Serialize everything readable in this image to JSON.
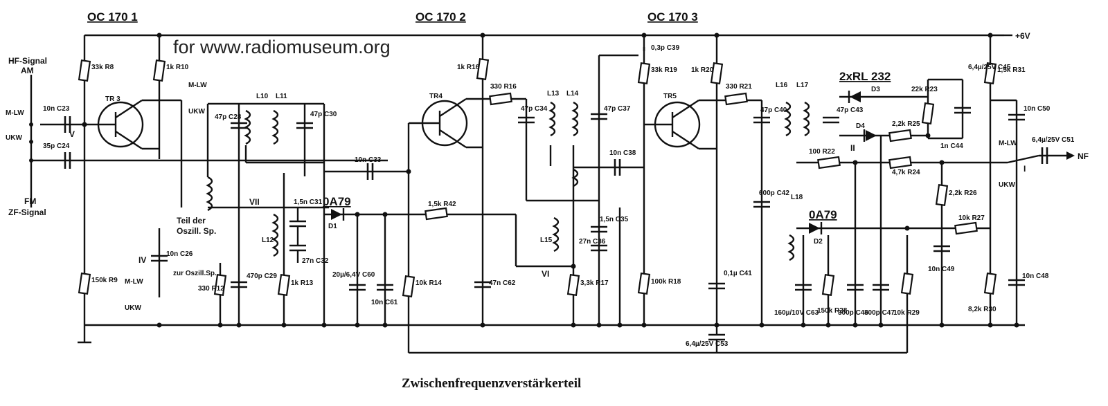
{
  "caption": "Zwischenfrequenzverstärkerteil",
  "watermark": "for www.radiomuseum.org",
  "transistor_labels": [
    "OC 170 1",
    "OC 170 2",
    "OC 170 3"
  ],
  "transistor_refs": [
    "TR 3",
    "TR4",
    "TR5"
  ],
  "supply": "+6V",
  "inputs": {
    "hf_signal": "HF-Signal",
    "am": "AM",
    "fm": "FM",
    "zf_signal": "ZF-Signal"
  },
  "output": "NF",
  "switch_labels": [
    "M-LW",
    "UKW"
  ],
  "oszill_label": [
    "Teil der",
    "Oszill. Sp."
  ],
  "oszill_label2": "zur Oszill.Sp.",
  "diodes": {
    "d1": "0A79",
    "d2": "0A79",
    "d3d4": "2xRL 232"
  },
  "components": {
    "c23": "10n C23",
    "c24": "35p C24",
    "r8": "33k R8",
    "r9": "150k R9",
    "r10": "1k R10",
    "c26": "10n C26",
    "c28": "47p C28",
    "c30": "47p C30",
    "l10": "L10",
    "l11": "L11",
    "r12": "330 R12",
    "c29": "470p C29",
    "l12": "L12",
    "c31": "1,5n C31",
    "c32": "27n C32",
    "r13": "1k R13",
    "c33": "10n C33",
    "c60": "20µ/6,4V C60",
    "c61": "10n C61",
    "r14": "10k R14",
    "r42": "1,5k R42",
    "r16": "1k R16",
    "r16b": "330 R16",
    "c62": "47n C62",
    "l13": "L13",
    "l14": "L14",
    "c34": "47p C34",
    "c37": "47p C37",
    "c38": "10n C38",
    "l15": "L15",
    "c35": "1,5n C35",
    "c36": "27n C36",
    "r17": "3,3k R17",
    "c39": "0,3p C39",
    "r19": "33k R19",
    "r20": "1k R20",
    "r21": "330 R21",
    "r18": "100k R18",
    "c41": "0,1µ C41",
    "c40": "47p C40",
    "l16": "L16",
    "l17": "L17",
    "c43": "47p C43",
    "c42": "600p C42",
    "l18": "L18",
    "r22": "100 R22",
    "r23": "22k R23",
    "r24": "4,7k R24",
    "r25": "2,2k R25",
    "c44": "1n C44",
    "c45": "6,4µ/25V C45",
    "r31": "1,5k R31",
    "c50": "10n C50",
    "c46": "300p C46",
    "c47": "300p C47",
    "r28": "150k R28",
    "c63": "160µ/10V C63",
    "r29": "10k R29",
    "r26": "2,2k R26",
    "r27": "10k R27",
    "c49": "10n C49",
    "r30": "8,2k R30",
    "c48": "10n C48",
    "c51": "6,4µ/25V C51",
    "c53": "6,4µ/25V C53",
    "d3": "D3",
    "d4": "D4",
    "d1": "D1",
    "d2": "D2"
  },
  "roman": [
    "V",
    "VII",
    "VI",
    "II",
    "I",
    "IV"
  ]
}
